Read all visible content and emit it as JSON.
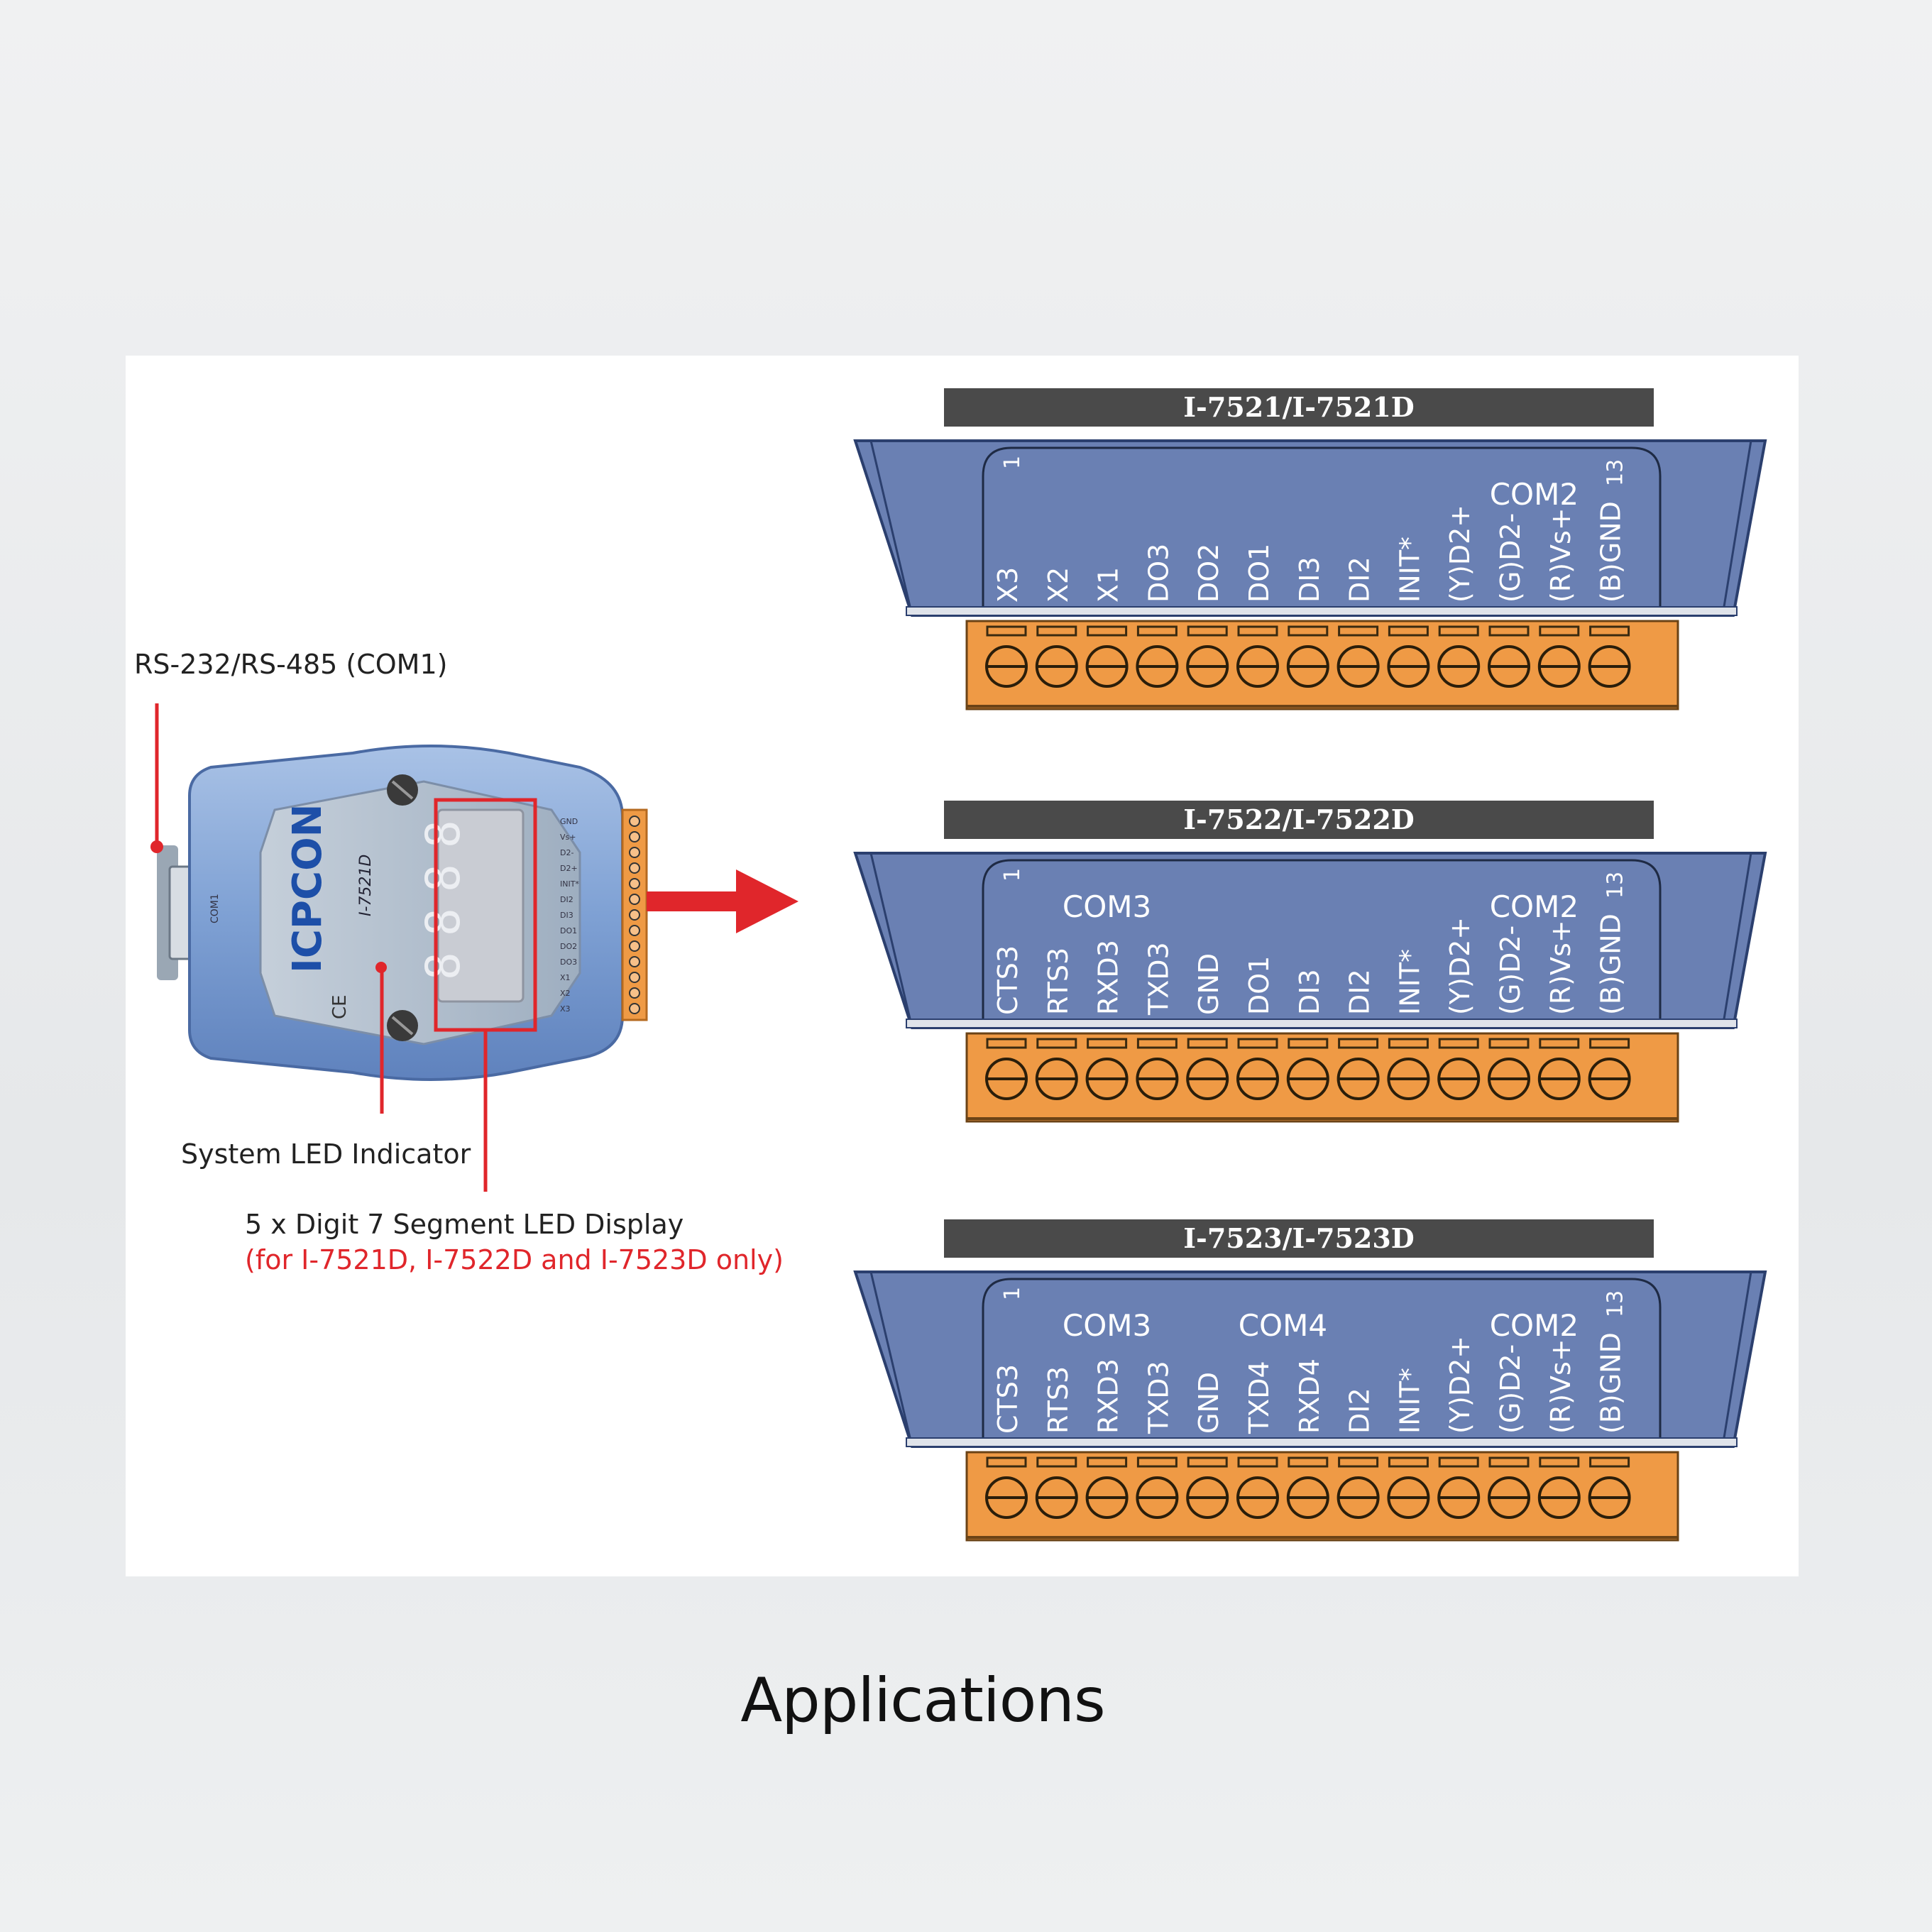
{
  "caption": "Applications",
  "callouts": {
    "com1": "RS-232/RS-485 (COM1)",
    "system_led": "System LED Indicator",
    "seg_display": "5 x Digit 7 Segment LED Display",
    "seg_display_note": "(for I-7521D, I-7522D and I-7523D only)"
  },
  "device": {
    "brand": "ICPCON",
    "model": "I-7521D",
    "seg_digits": [
      "8",
      "8",
      "8",
      "8"
    ],
    "left_port_label": "COM1",
    "side_pin_labels": [
      "GND",
      "Vs+",
      "D2-",
      "D2+",
      "INIT*",
      "DI2",
      "DI3",
      "DO1",
      "DO2",
      "DO3",
      "X1",
      "X2",
      "X3"
    ]
  },
  "colors": {
    "module_blue": "#6a80b3",
    "module_edge": "#2b3f6e",
    "terminal_orange": "#ef9a45",
    "header_gray": "#4a4a4a",
    "callout_red": "#e0262b"
  },
  "modules": [
    {
      "title": "I-7521/I-7521D",
      "pin_first": "1",
      "pin_last": "13",
      "groups": [
        {
          "label": "COM2",
          "from": 10,
          "to": 13
        }
      ],
      "pins": [
        "X3",
        "X2",
        "X1",
        "DO3",
        "DO2",
        "DO1",
        "DI3",
        "DI2",
        "INIT*",
        "(Y)D2+",
        "(G)D2-",
        "(R)Vs+",
        "(B)GND"
      ]
    },
    {
      "title": "I-7522/I-7522D",
      "pin_first": "1",
      "pin_last": "13",
      "groups": [
        {
          "label": "COM3",
          "from": 1,
          "to": 5
        },
        {
          "label": "COM2",
          "from": 10,
          "to": 13
        }
      ],
      "pins": [
        "CTS3",
        "RTS3",
        "RXD3",
        "TXD3",
        "GND",
        "DO1",
        "DI3",
        "DI2",
        "INIT*",
        "(Y)D2+",
        "(G)D2-",
        "(R)Vs+",
        "(B)GND"
      ]
    },
    {
      "title": "I-7523/I-7523D",
      "pin_first": "1",
      "pin_last": "13",
      "groups": [
        {
          "label": "COM3",
          "from": 1,
          "to": 5
        },
        {
          "label": "COM4",
          "from": 6,
          "to": 7
        },
        {
          "label": "COM2",
          "from": 10,
          "to": 13
        }
      ],
      "pins": [
        "CTS3",
        "RTS3",
        "RXD3",
        "TXD3",
        "GND",
        "TXD4",
        "RXD4",
        "DI2",
        "INIT*",
        "(Y)D2+",
        "(G)D2-",
        "(R)Vs+",
        "(B)GND"
      ]
    }
  ]
}
